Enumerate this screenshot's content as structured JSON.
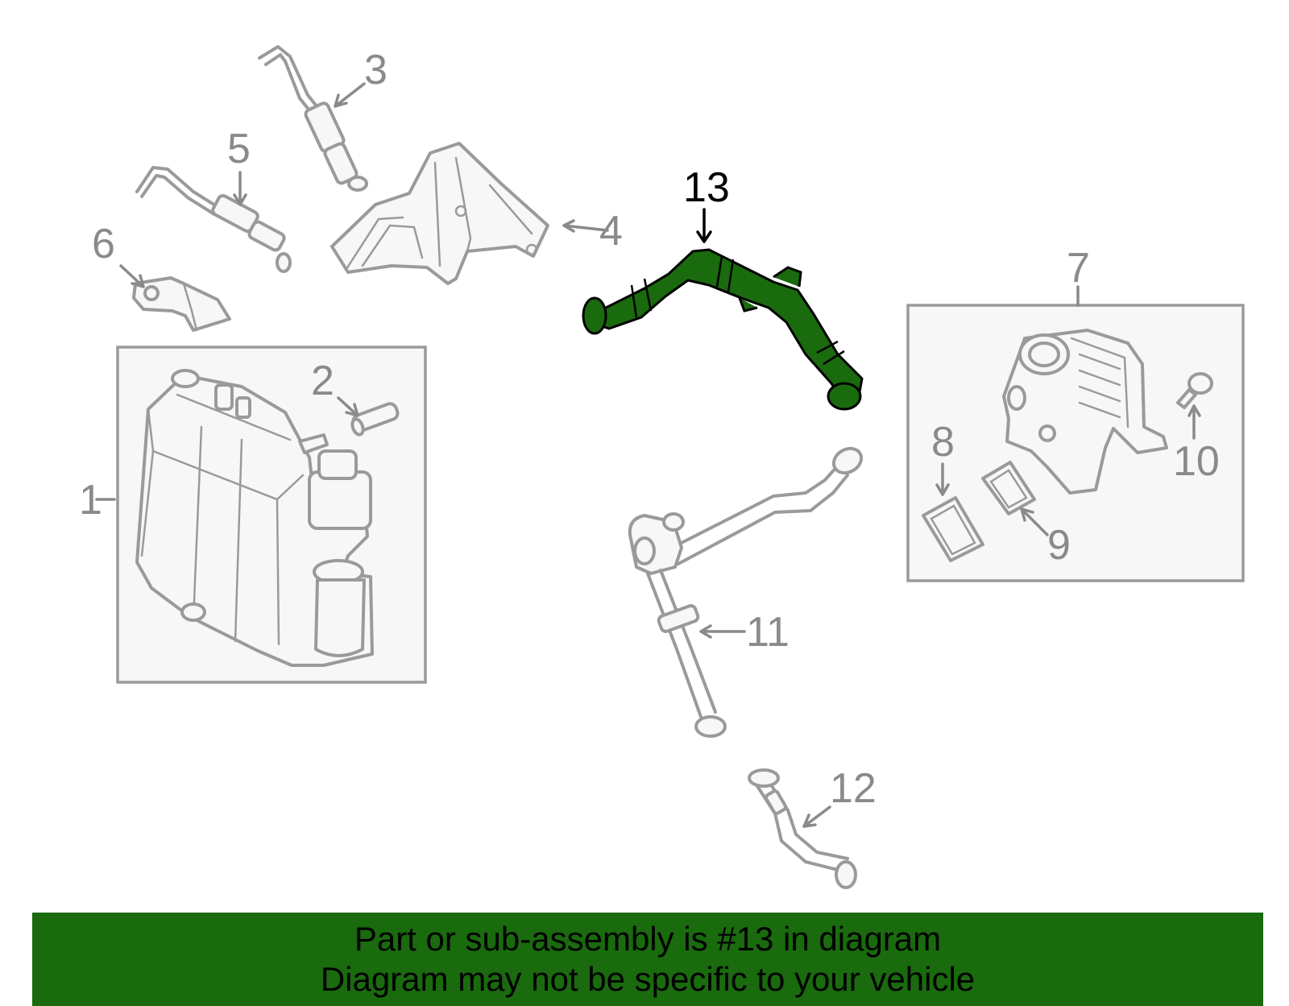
{
  "diagram": {
    "highlight_color": "#1a6a0e",
    "callouts": [
      {
        "id": "c1",
        "text": "1"
      },
      {
        "id": "c2",
        "text": "2"
      },
      {
        "id": "c3",
        "text": "3"
      },
      {
        "id": "c4",
        "text": "4"
      },
      {
        "id": "c5",
        "text": "5"
      },
      {
        "id": "c6",
        "text": "6"
      },
      {
        "id": "c7",
        "text": "7"
      },
      {
        "id": "c8",
        "text": "8"
      },
      {
        "id": "c9",
        "text": "9"
      },
      {
        "id": "c10",
        "text": "10"
      },
      {
        "id": "c11",
        "text": "11"
      },
      {
        "id": "c12",
        "text": "12"
      },
      {
        "id": "c13",
        "text": "13"
      }
    ]
  },
  "banner": {
    "background": "#1a6a0e",
    "line1": "Part or sub-assembly is #13 in diagram",
    "line2": "Diagram may not be specific to your vehicle"
  }
}
